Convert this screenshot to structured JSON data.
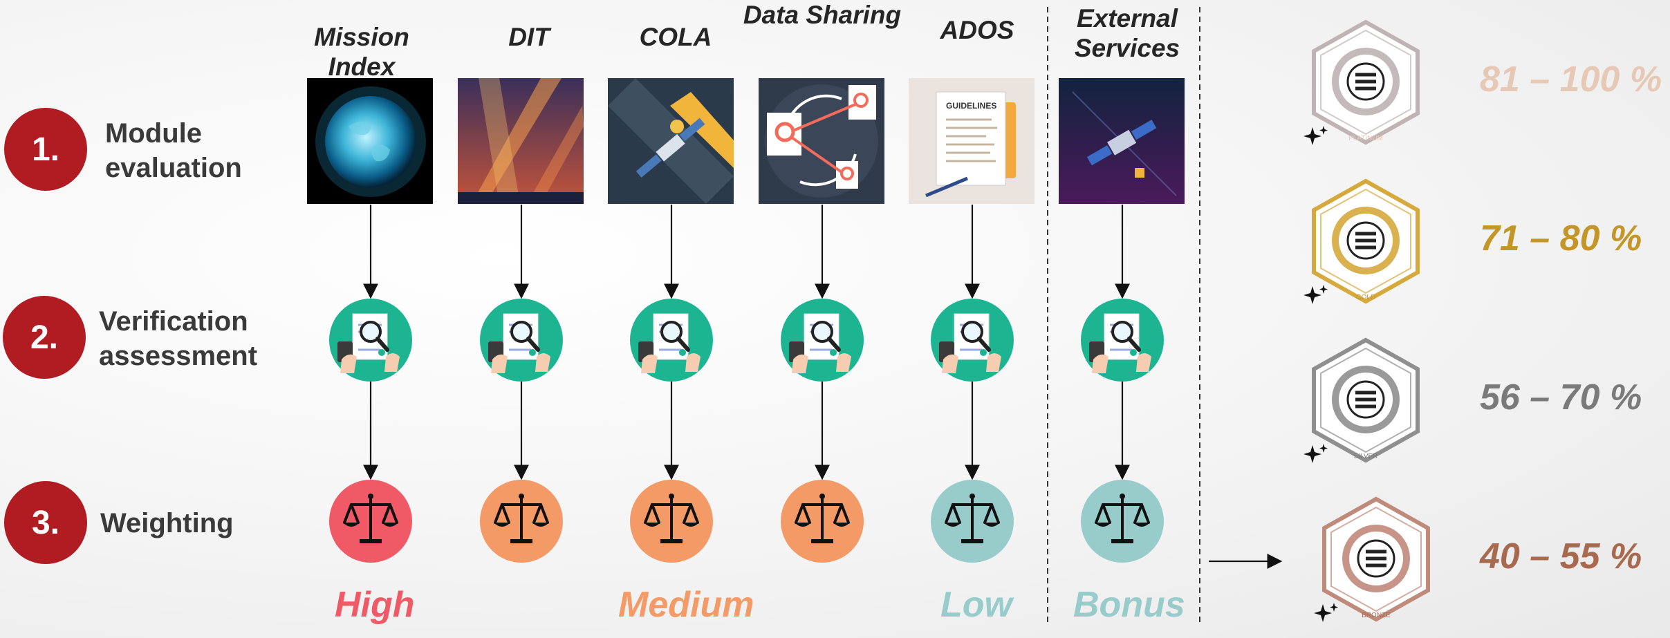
{
  "columns": [
    {
      "title": "Mission Index"
    },
    {
      "title": "DIT"
    },
    {
      "title": "COLA"
    },
    {
      "title": "Data Sharing"
    },
    {
      "title": "ADOS"
    },
    {
      "title": "External Services"
    }
  ],
  "steps": [
    {
      "number": "1.",
      "label": "Module evaluation"
    },
    {
      "number": "2.",
      "label": "Verification assessment"
    },
    {
      "number": "3.",
      "label": "Weighting"
    }
  ],
  "module_images": {
    "ados_doc_title": "GUIDELINES"
  },
  "weight_categories": [
    {
      "label": "High",
      "color": "#f05a66"
    },
    {
      "label": "Medium",
      "color": "#f49a66"
    },
    {
      "label": "Low",
      "color": "#98cccb"
    },
    {
      "label": "Bonus",
      "color": "#98cccb"
    }
  ],
  "scale_colors": [
    "#f05a66",
    "#f49a66",
    "#f49a66",
    "#f49a66",
    "#98cccb",
    "#98cccb"
  ],
  "badges": [
    {
      "tier": "PLATINUM",
      "range": "81 – 100 %",
      "color": "#e6c8b4",
      "frame": "#bfb3b3"
    },
    {
      "tier": "GOLD",
      "range": "71 – 80 %",
      "color": "#c49628",
      "frame": "#d6a93c"
    },
    {
      "tier": "SILVER",
      "range": "56 – 70 %",
      "color": "#7a7a7a",
      "frame": "#8f8f8f"
    },
    {
      "tier": "BRONZE",
      "range": "40 – 55 %",
      "color": "#a8694e",
      "frame": "#c08a7a"
    }
  ],
  "icons": {
    "module_step": "module-evaluation-icon",
    "verification": "magnifier-document-icon",
    "weighting": "balance-scale-icon",
    "badge_logo": "ssr-logo-icon",
    "sparkle": "sparkle-icon"
  }
}
